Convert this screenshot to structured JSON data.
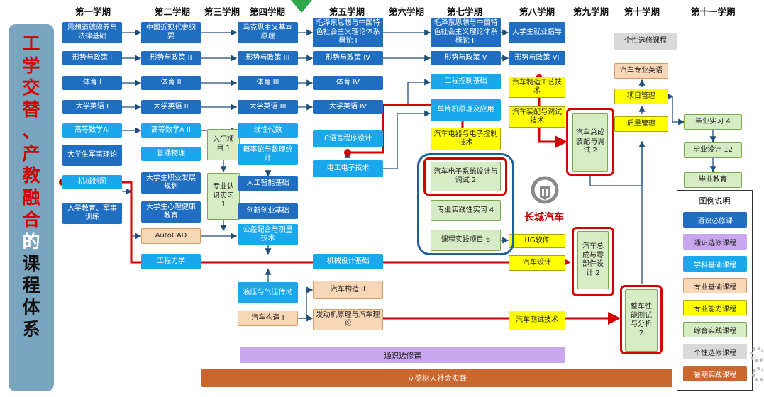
{
  "headers": [
    "第一学期",
    "第二学期",
    "第三学期",
    "第四学期",
    "第五学期",
    "第六学期",
    "第七学期",
    "第八学期",
    "第九学期",
    "第十学期",
    "第十一学期"
  ],
  "side_title": {
    "chars_red_1": [
      "工",
      "学",
      "交",
      "替",
      "、",
      "产",
      "教",
      "融",
      "合"
    ],
    "char_black": "的",
    "chars_dark": [
      "课",
      "程",
      "体",
      "系"
    ]
  },
  "courses": {
    "s1": [
      "思想道德修养与法律基础",
      "形势与政策 I",
      "体育 I",
      "大学英语 I",
      "高等数学AI",
      "大学生军事理论",
      "机械制图",
      "入学教育、军事训练"
    ],
    "s2": [
      "中国近现代史纲要",
      "形势与政策 II",
      "体育 II",
      "大学英语 II",
      "高等数学A II",
      "普通物理",
      "大学生职业发展规划",
      "大学生心理健康教育",
      "AutoCAD",
      "工程力学"
    ],
    "s3": [
      "入门项目 1",
      "专业认识实习 1"
    ],
    "s4": [
      "马克思主义基本原理",
      "形势与政策 III",
      "体育 III",
      "大学英语 III",
      "线性代数",
      "概率论与数理统计",
      "人工智能基础",
      "创新创业基础",
      "公差配合与测量技术",
      "液压与气压传动",
      "汽车构造 I"
    ],
    "s5": [
      "毛泽东思想与中国特色社会主义理论体系概论 I",
      "形势与政策 IV",
      "体育 IV",
      "大学英语 IV",
      "C语言程序设计",
      "电工电子技术",
      "机械设计基础",
      "汽车构造 II",
      "发动机原理与汽车理论"
    ],
    "s7": [
      "毛泽东思想与中国特色社会主义理论体系概论 II",
      "形势与政策 V",
      "工程控制基础",
      "单片机原理及应用",
      "汽车电器与电子控制技术",
      "汽车电子系统设计与调试 2",
      "专业实践性实习 4",
      "课程实践项目 6"
    ],
    "s8": [
      "大学生就业指导",
      "形势与政策 VI",
      "汽车制造工艺技术",
      "汽车装配与调试技术",
      "UG软件",
      "汽车设计",
      "汽车测试技术"
    ],
    "s9": [
      "汽车总成装配与调试 2",
      "汽车总成与零部件设计 2",
      "整车性能测试与分析 2"
    ],
    "s10": [
      "个性选修课程",
      "汽车专业英语",
      "项目管理",
      "质量管理"
    ],
    "s11": [
      "毕业实习 4",
      "毕业设计 12",
      "毕业教育"
    ]
  },
  "bars": {
    "general_elective": "通识选修课",
    "social_practice": "立德树人社会实践"
  },
  "logo_text": "长城汽车",
  "legend": {
    "title": "图例说明",
    "items": [
      {
        "label": "通识必修课",
        "color": "#1f6ec2"
      },
      {
        "label": "通识选修课程",
        "color": "#c9a7ef"
      },
      {
        "label": "学科基础课程",
        "color": "#1aa7ec"
      },
      {
        "label": "专业基础课程",
        "color": "#f8d7b6"
      },
      {
        "label": "专业能力课程",
        "color": "#ffff00"
      },
      {
        "label": "综合实践课程",
        "color": "#d6ecc5"
      },
      {
        "label": "个性选修课程",
        "color": "#d9d9d9"
      },
      {
        "label": "暑期实践课程",
        "color": "#c9672f"
      }
    ]
  },
  "colors": {
    "general_required": "#1f6ec2",
    "discipline_basic": "#1aa7ec",
    "professional_basic": "#f8d7b6",
    "professional_ability": "#ffff00",
    "practice": "#d6ecc5",
    "elective": "#d9d9d9",
    "general_elective": "#c9a7ef",
    "summer_practice": "#c9672f",
    "highlight_red": "#d50000",
    "bubble_blue": "#1d5f9b",
    "sidebar": "#7aa5bf"
  }
}
